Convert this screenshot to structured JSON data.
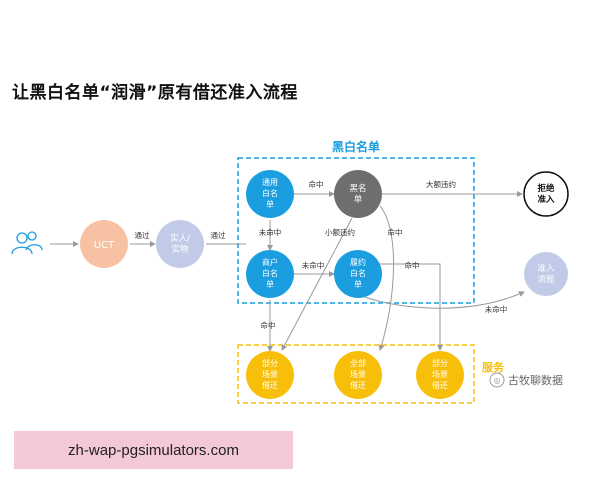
{
  "title": "让黑白名单“润滑”原有借还准入流程",
  "blacklist_box_label": "黑白名单",
  "service_box_label": "服务",
  "nodes": {
    "user": "",
    "uct": "UCT",
    "realname": [
      "实人/",
      "实物"
    ],
    "general_whitelist": [
      "通用",
      "白名",
      "单"
    ],
    "blacklist": [
      "黑名",
      "单"
    ],
    "reject": [
      "拒绝",
      "准入"
    ],
    "merchant_whitelist": [
      "商户",
      "白名",
      "单"
    ],
    "performance_whitelist": [
      "履约",
      "白名",
      "单"
    ],
    "admission": [
      "准入",
      "流程"
    ],
    "partial_borrow_left": [
      "部分",
      "场景",
      "借还"
    ],
    "full_borrow": [
      "全部",
      "场景",
      "借还"
    ],
    "partial_borrow_right": [
      "部分",
      "场景",
      "借还"
    ]
  },
  "edges": {
    "pass1": "通过",
    "pass2": "通过",
    "hit1": "命中",
    "large_violation": "大额违约",
    "miss1": "未命中",
    "small_violation": "小额违约",
    "hit2": "命中",
    "miss2": "未命中",
    "hit3": "命中",
    "miss3": "未命中",
    "hit4": "命中"
  },
  "watermark": "古牧聊数据",
  "footer_ribbon": "zh-wap-pgsimulators.com",
  "colors": {
    "blue": "#1b9ee0",
    "dark_gray": "#6e6e6e",
    "orange": "#f6c2a3",
    "lavender": "#c1cbe8",
    "yellow": "#f7bf0a",
    "dash_blue": "#1b9ee0",
    "dash_yellow": "#f7bf0a",
    "ribbon": "#f3c9d6"
  }
}
